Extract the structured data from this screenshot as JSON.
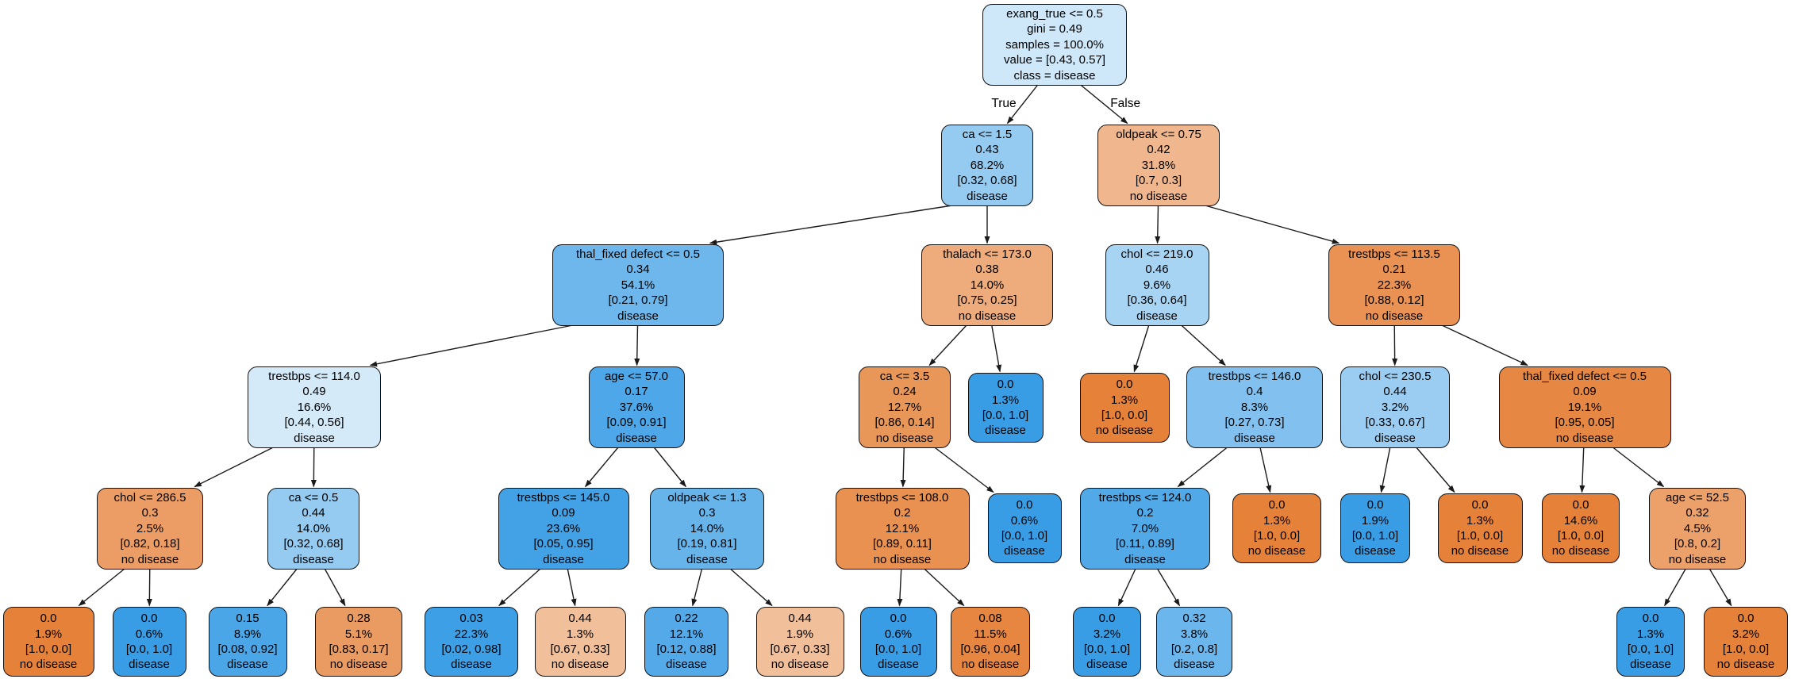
{
  "diagram": {
    "type": "decision-tree",
    "task": "binary classification",
    "class_names": [
      "no disease",
      "disease"
    ],
    "colors": {
      "class_no_disease": "#e58139",
      "class_disease": "#399de5",
      "edge": "#1a1a1a",
      "node_border": "#111111",
      "background": "#ffffff"
    },
    "nodes": [
      {
        "id": "n0",
        "parent": null,
        "branch_label": null,
        "fill": "#cee7f9",
        "lines": [
          "exang_true <= 0.5",
          "gini = 0.49",
          "samples = 100.0%",
          "value = [0.43, 0.57]",
          "class = disease"
        ]
      },
      {
        "id": "n1",
        "parent": "n0",
        "branch_label": "True",
        "fill": "#96cbf1",
        "lines": [
          "ca <= 1.5",
          "0.43",
          "68.2%",
          "[0.32, 0.68]",
          "disease"
        ]
      },
      {
        "id": "n2",
        "parent": "n0",
        "branch_label": "False",
        "fill": "#f0b78e",
        "lines": [
          "oldpeak <= 0.75",
          "0.42",
          "31.8%",
          "[0.7, 0.3]",
          "no disease"
        ]
      },
      {
        "id": "n3",
        "parent": "n1",
        "branch_label": null,
        "fill": "#6eb7ec",
        "lines": [
          "thal_fixed defect <= 0.5",
          "0.34",
          "54.1%",
          "[0.21, 0.79]",
          "disease"
        ]
      },
      {
        "id": "n4",
        "parent": "n1",
        "branch_label": null,
        "fill": "#eeab7b",
        "lines": [
          "thalach <= 173.0",
          "0.38",
          "14.0%",
          "[0.75, 0.25]",
          "no disease"
        ]
      },
      {
        "id": "n5",
        "parent": "n2",
        "branch_label": null,
        "fill": "#a8d4f4",
        "lines": [
          "chol <= 219.0",
          "0.46",
          "9.6%",
          "[0.36, 0.64]",
          "disease"
        ]
      },
      {
        "id": "n6",
        "parent": "n2",
        "branch_label": null,
        "fill": "#e99254",
        "lines": [
          "trestbps <= 113.5",
          "0.21",
          "22.3%",
          "[0.88, 0.12]",
          "no disease"
        ]
      },
      {
        "id": "n7",
        "parent": "n3",
        "branch_label": null,
        "fill": "#d5eaf9",
        "lines": [
          "trestbps <= 114.0",
          "0.49",
          "16.6%",
          "[0.44, 0.56]",
          "disease"
        ]
      },
      {
        "id": "n8",
        "parent": "n3",
        "branch_label": null,
        "fill": "#4da7e8",
        "lines": [
          "age <= 57.0",
          "0.17",
          "37.6%",
          "[0.09, 0.91]",
          "disease"
        ]
      },
      {
        "id": "n9",
        "parent": "n4",
        "branch_label": null,
        "fill": "#e99659",
        "lines": [
          "ca <= 3.5",
          "0.24",
          "12.7%",
          "[0.86, 0.14]",
          "no disease"
        ]
      },
      {
        "id": "n10",
        "parent": "n4",
        "branch_label": null,
        "fill": "#399de5",
        "lines": [
          "0.0",
          "1.3%",
          "[0.0, 1.0]",
          "disease"
        ]
      },
      {
        "id": "n11",
        "parent": "n5",
        "branch_label": null,
        "fill": "#e58139",
        "lines": [
          "0.0",
          "1.3%",
          "[1.0, 0.0]",
          "no disease"
        ]
      },
      {
        "id": "n12",
        "parent": "n5",
        "branch_label": null,
        "fill": "#82c1ef",
        "lines": [
          "trestbps <= 146.0",
          "0.4",
          "8.3%",
          "[0.27, 0.73]",
          "disease"
        ]
      },
      {
        "id": "n13",
        "parent": "n6",
        "branch_label": null,
        "fill": "#9bcdf2",
        "lines": [
          "chol <= 230.5",
          "0.44",
          "3.2%",
          "[0.33, 0.67]",
          "disease"
        ]
      },
      {
        "id": "n14",
        "parent": "n6",
        "branch_label": null,
        "fill": "#e68843",
        "lines": [
          "thal_fixed defect <= 0.5",
          "0.09",
          "19.1%",
          "[0.95, 0.05]",
          "no disease"
        ]
      },
      {
        "id": "n15",
        "parent": "n7",
        "branch_label": null,
        "fill": "#eb9d65",
        "lines": [
          "chol <= 286.5",
          "0.3",
          "2.5%",
          "[0.82, 0.18]",
          "no disease"
        ]
      },
      {
        "id": "n16",
        "parent": "n7",
        "branch_label": null,
        "fill": "#96cbf1",
        "lines": [
          "ca <= 0.5",
          "0.44",
          "14.0%",
          "[0.32, 0.68]",
          "disease"
        ]
      },
      {
        "id": "n17",
        "parent": "n8",
        "branch_label": null,
        "fill": "#43a2e6",
        "lines": [
          "trestbps <= 145.0",
          "0.09",
          "23.6%",
          "[0.05, 0.95]",
          "disease"
        ]
      },
      {
        "id": "n18",
        "parent": "n8",
        "branch_label": null,
        "fill": "#67b4eb",
        "lines": [
          "oldpeak <= 1.3",
          "0.3",
          "14.0%",
          "[0.19, 0.81]",
          "disease"
        ]
      },
      {
        "id": "n19",
        "parent": "n9",
        "branch_label": null,
        "fill": "#e89151",
        "lines": [
          "trestbps <= 108.0",
          "0.2",
          "12.1%",
          "[0.89, 0.11]",
          "no disease"
        ]
      },
      {
        "id": "n20",
        "parent": "n9",
        "branch_label": null,
        "fill": "#399de5",
        "lines": [
          "0.0",
          "0.6%",
          "[0.0, 1.0]",
          "disease"
        ]
      },
      {
        "id": "n21",
        "parent": "n12",
        "branch_label": null,
        "fill": "#51a9e8",
        "lines": [
          "trestbps <= 124.0",
          "0.2",
          "7.0%",
          "[0.11, 0.89]",
          "disease"
        ]
      },
      {
        "id": "n22",
        "parent": "n12",
        "branch_label": null,
        "fill": "#e58139",
        "lines": [
          "0.0",
          "1.3%",
          "[1.0, 0.0]",
          "no disease"
        ]
      },
      {
        "id": "n23",
        "parent": "n13",
        "branch_label": null,
        "fill": "#399de5",
        "lines": [
          "0.0",
          "1.9%",
          "[0.0, 1.0]",
          "disease"
        ]
      },
      {
        "id": "n24",
        "parent": "n13",
        "branch_label": null,
        "fill": "#e58139",
        "lines": [
          "0.0",
          "1.3%",
          "[1.0, 0.0]",
          "no disease"
        ]
      },
      {
        "id": "n25",
        "parent": "n14",
        "branch_label": null,
        "fill": "#e58139",
        "lines": [
          "0.0",
          "14.6%",
          "[1.0, 0.0]",
          "no disease"
        ]
      },
      {
        "id": "n26",
        "parent": "n14",
        "branch_label": null,
        "fill": "#eca16b",
        "lines": [
          "age <= 52.5",
          "0.32",
          "4.5%",
          "[0.8, 0.2]",
          "no disease"
        ]
      },
      {
        "id": "n27",
        "parent": "n15",
        "branch_label": null,
        "fill": "#e58139",
        "lines": [
          "0.0",
          "1.9%",
          "[1.0, 0.0]",
          "no disease"
        ]
      },
      {
        "id": "n28",
        "parent": "n15",
        "branch_label": null,
        "fill": "#399de5",
        "lines": [
          "0.0",
          "0.6%",
          "[0.0, 1.0]",
          "disease"
        ]
      },
      {
        "id": "n29",
        "parent": "n16",
        "branch_label": null,
        "fill": "#4aa6e7",
        "lines": [
          "0.15",
          "8.9%",
          "[0.08, 0.92]",
          "disease"
        ]
      },
      {
        "id": "n30",
        "parent": "n16",
        "branch_label": null,
        "fill": "#ea9b62",
        "lines": [
          "0.28",
          "5.1%",
          "[0.83, 0.17]",
          "no disease"
        ]
      },
      {
        "id": "n31",
        "parent": "n17",
        "branch_label": null,
        "fill": "#3d9fe6",
        "lines": [
          "0.03",
          "22.3%",
          "[0.02, 0.98]",
          "disease"
        ]
      },
      {
        "id": "n32",
        "parent": "n17",
        "branch_label": null,
        "fill": "#f2bf9b",
        "lines": [
          "0.44",
          "1.3%",
          "[0.67, 0.33]",
          "no disease"
        ]
      },
      {
        "id": "n33",
        "parent": "n18",
        "branch_label": null,
        "fill": "#54aae9",
        "lines": [
          "0.22",
          "12.1%",
          "[0.12, 0.88]",
          "disease"
        ]
      },
      {
        "id": "n34",
        "parent": "n18",
        "branch_label": null,
        "fill": "#f2bf9b",
        "lines": [
          "0.44",
          "1.9%",
          "[0.67, 0.33]",
          "no disease"
        ]
      },
      {
        "id": "n35",
        "parent": "n19",
        "branch_label": null,
        "fill": "#399de5",
        "lines": [
          "0.0",
          "0.6%",
          "[0.0, 1.0]",
          "disease"
        ]
      },
      {
        "id": "n36",
        "parent": "n19",
        "branch_label": null,
        "fill": "#e68641",
        "lines": [
          "0.08",
          "11.5%",
          "[0.96, 0.04]",
          "no disease"
        ]
      },
      {
        "id": "n37",
        "parent": "n21",
        "branch_label": null,
        "fill": "#399de5",
        "lines": [
          "0.0",
          "3.2%",
          "[0.0, 1.0]",
          "disease"
        ]
      },
      {
        "id": "n38",
        "parent": "n21",
        "branch_label": null,
        "fill": "#6bb6ec",
        "lines": [
          "0.32",
          "3.8%",
          "[0.2, 0.8]",
          "disease"
        ]
      },
      {
        "id": "n39",
        "parent": "n26",
        "branch_label": null,
        "fill": "#399de5",
        "lines": [
          "0.0",
          "1.3%",
          "[0.0, 1.0]",
          "disease"
        ]
      },
      {
        "id": "n40",
        "parent": "n26",
        "branch_label": null,
        "fill": "#e58139",
        "lines": [
          "0.0",
          "3.2%",
          "[1.0, 0.0]",
          "no disease"
        ]
      }
    ]
  }
}
